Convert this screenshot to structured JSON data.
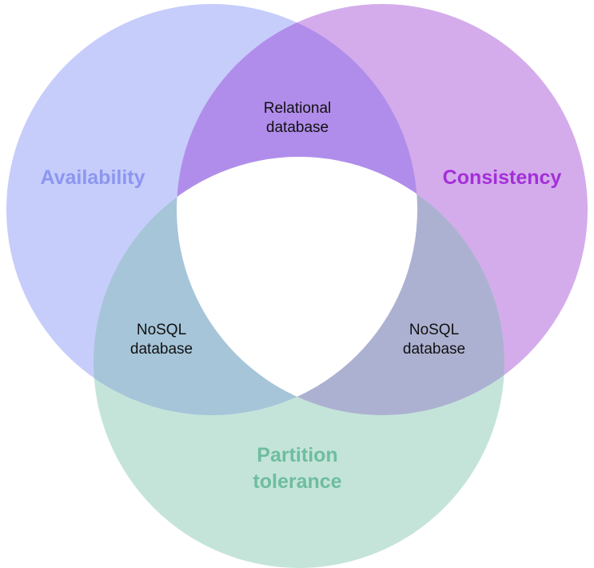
{
  "diagram": {
    "sets": {
      "availability": {
        "label": "Availability",
        "color": "#C6CDFB",
        "label_color": "#8C96F0"
      },
      "consistency": {
        "label": "Consistency",
        "color": "#D4ACEB",
        "label_color": "#A32FD9"
      },
      "partition_tolerance": {
        "label_line1": "Partition",
        "label_line2": "tolerance",
        "color": "#C4E4DA",
        "label_color": "#6EBD9F"
      }
    },
    "intersections": {
      "availability_consistency": {
        "line1": "Relational",
        "line2": "database",
        "color": "#B18DEB"
      },
      "availability_partition": {
        "line1": "NoSQL",
        "line2": "database",
        "color": "#A6C5D9"
      },
      "consistency_partition": {
        "line1": "NoSQL",
        "line2": "database",
        "color": "#ADB1D1"
      },
      "center": {
        "color": "#FFFFFF"
      }
    }
  }
}
